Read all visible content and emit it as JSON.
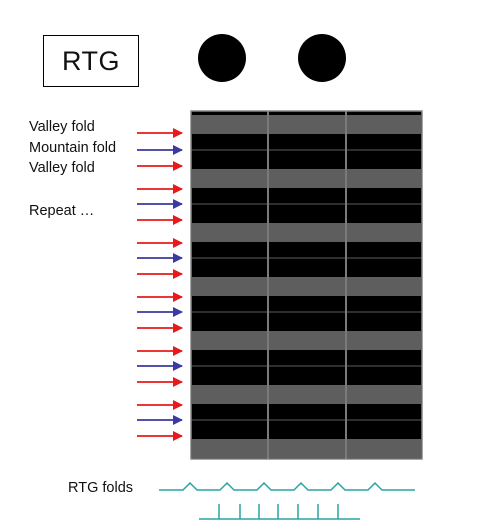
{
  "rtg_box_label": "RTG",
  "fold_labels": {
    "valley_1": "Valley fold",
    "mountain": "Mountain fold",
    "valley_2": "Valley fold",
    "repeat": "Repeat …"
  },
  "rtg_folds_label": "RTG folds",
  "fold_sequence": [
    "valley",
    "mountain",
    "valley",
    "valley",
    "mountain",
    "valley",
    "valley",
    "mountain",
    "valley",
    "valley",
    "mountain",
    "valley",
    "valley",
    "mountain",
    "valley",
    "valley",
    "mountain",
    "valley"
  ],
  "colors": {
    "valley_arrow": "#e8191b",
    "mountain_arrow": "#3a3aa0",
    "grid_dark": "#000000",
    "grid_gray": "#5e5e5e",
    "grid_border": "#8a8a8a",
    "rtg_line": "#2aa3a3"
  }
}
